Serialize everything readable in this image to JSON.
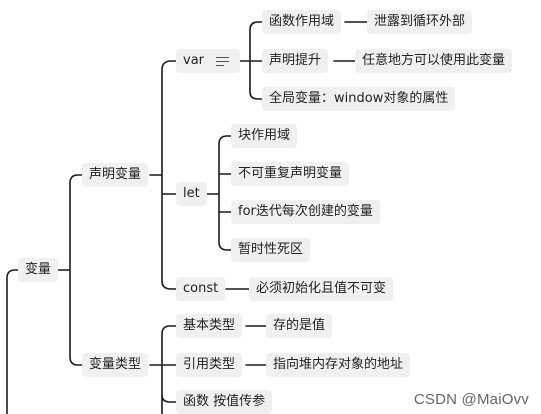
{
  "nodes": {
    "root": "变量",
    "declare": "声明变量",
    "var": "var",
    "var_scope": "函数作用域",
    "var_scope_detail": "泄露到循环外部",
    "var_hoist": "声明提升",
    "var_hoist_detail": "任意地方可以使用此变量",
    "var_global": "全局变量：window对象的属性",
    "let": "let",
    "let_block": "块作用域",
    "let_noredeclare": "不可重复声明变量",
    "let_for": "for迭代每次创建的变量",
    "let_tdz": "暂时性死区",
    "const": "const",
    "const_detail": "必须初始化且值不可变",
    "types": "变量类型",
    "basic": "基本类型",
    "basic_detail": "存的是值",
    "ref": "引用类型",
    "ref_detail": "指向堆内存对象的地址",
    "func": "函数 按值传参"
  },
  "watermark": "CSDN @MaiOvv",
  "colors": {
    "line": "#1c1c1c",
    "node_bg": "#f0f0f0"
  }
}
